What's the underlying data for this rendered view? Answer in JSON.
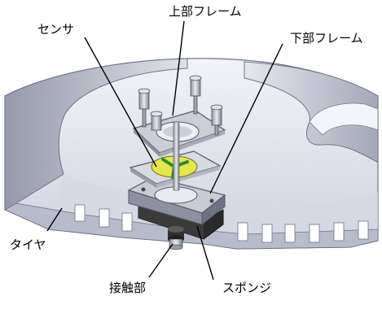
{
  "labels": {
    "upper_frame": "上部フレーム",
    "sensor": "センサ",
    "lower_frame": "下部フレーム",
    "tire": "タイヤ",
    "contact": "接触部",
    "sponge": "スポンジ"
  },
  "colors": {
    "tire_light": "#e4e6ef",
    "tire_mid": "#bfc2d2",
    "tire_dark": "#7e8296",
    "frame": "#9ea1ae",
    "sensor_yellow": "#e6e64a",
    "sponge": "#2a2a2a",
    "bolt": "#c6c8d2"
  }
}
